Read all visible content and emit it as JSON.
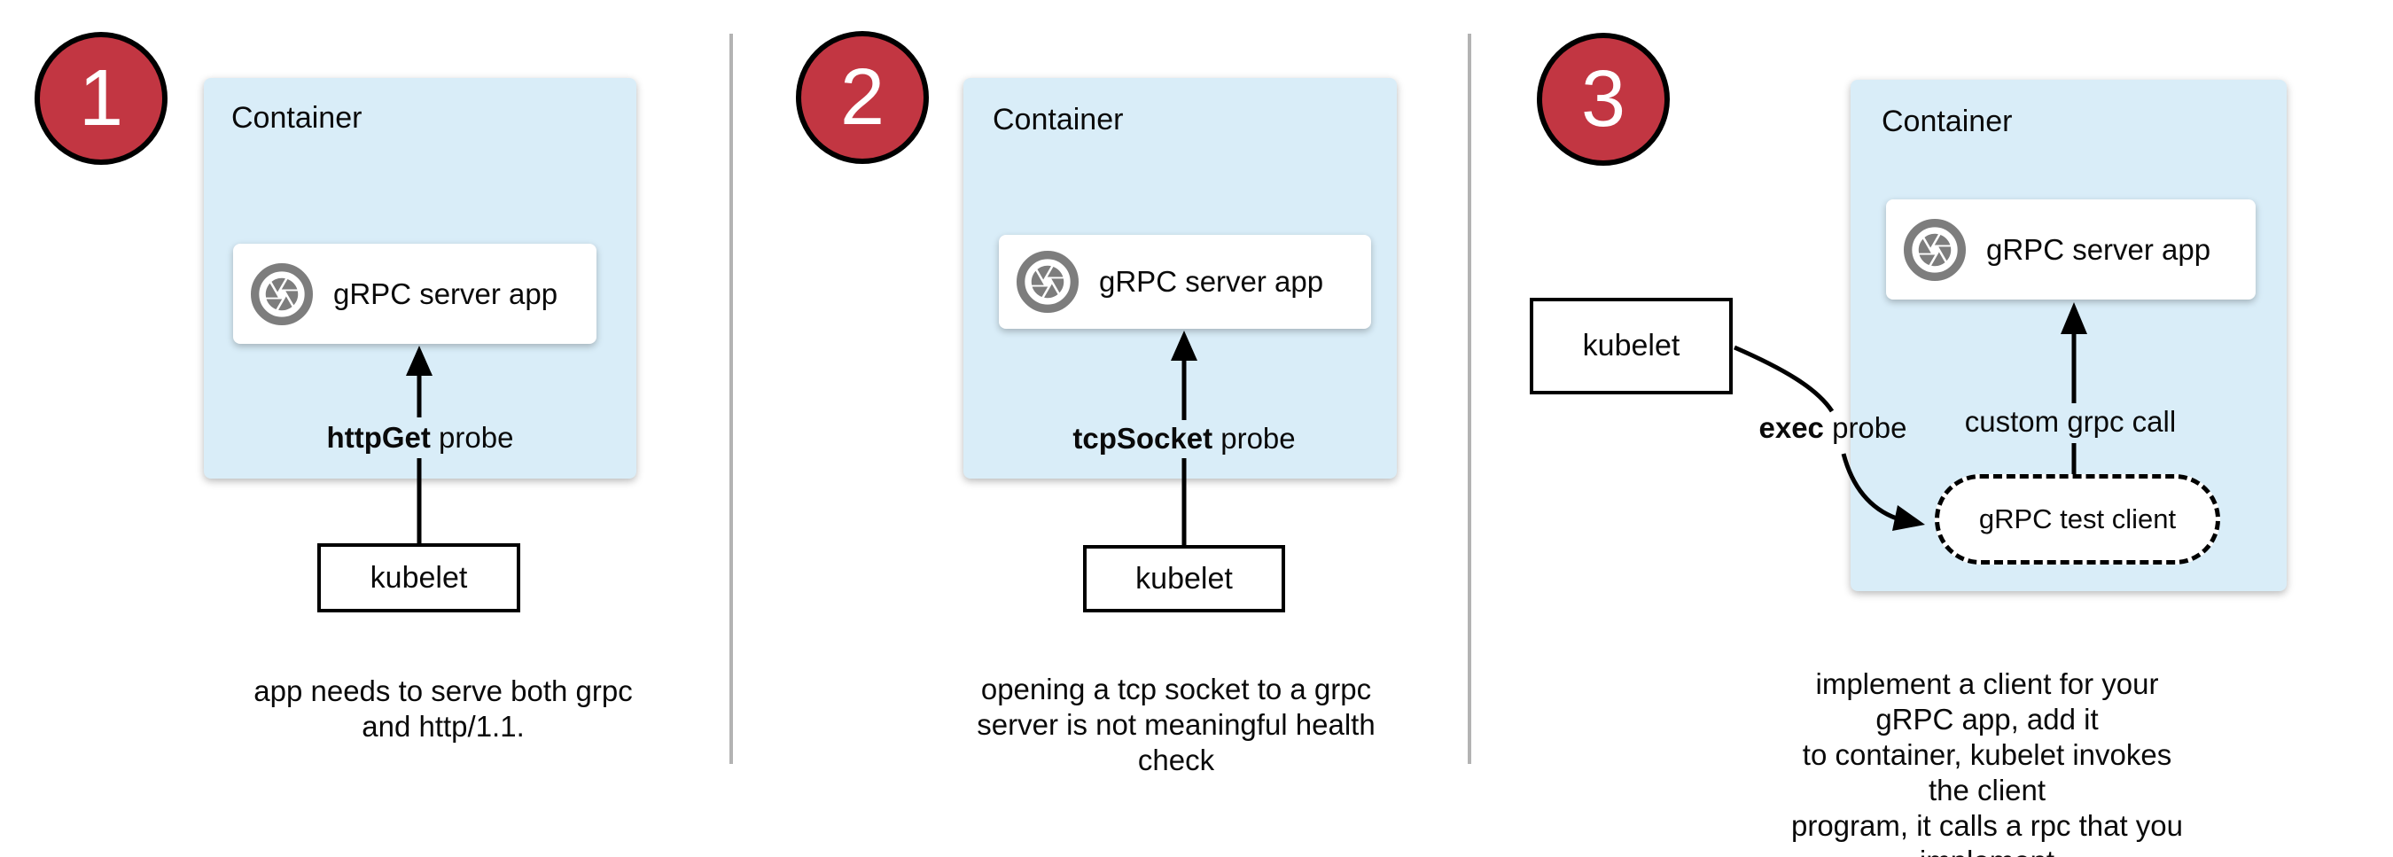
{
  "colors": {
    "step_badge_red": "#c23642",
    "container_blue": "#d9edf8",
    "icon_gray": "#7d7d7d",
    "divider_gray": "#b3b3b3",
    "line_black": "#000000"
  },
  "panels": [
    {
      "number": "1",
      "container_label": "Container",
      "app_card": {
        "icon": "aperture-icon",
        "label": "gRPC server app"
      },
      "probe": {
        "bold": "httpGet",
        "rest": " probe"
      },
      "kubelet_label": "kubelet",
      "caption": "app needs to serve both grpc\nand http/1.1."
    },
    {
      "number": "2",
      "container_label": "Container",
      "app_card": {
        "icon": "aperture-icon",
        "label": "gRPC server app"
      },
      "probe": {
        "bold": "tcpSocket",
        "rest": " probe"
      },
      "kubelet_label": "kubelet",
      "caption": "opening a tcp socket to a grpc\nserver is not meaningful health\ncheck"
    },
    {
      "number": "3",
      "container_label": "Container",
      "app_card": {
        "icon": "aperture-icon",
        "label": "gRPC server app"
      },
      "probe": {
        "bold": "exec",
        "rest": " probe"
      },
      "kubelet_label": "kubelet",
      "custom_call_label": "custom grpc call",
      "test_client_label": "gRPC test client",
      "caption": "implement a client for your gRPC app, add it\nto container, kubelet invokes the client\nprogram, it calls a rpc that you implement"
    }
  ]
}
